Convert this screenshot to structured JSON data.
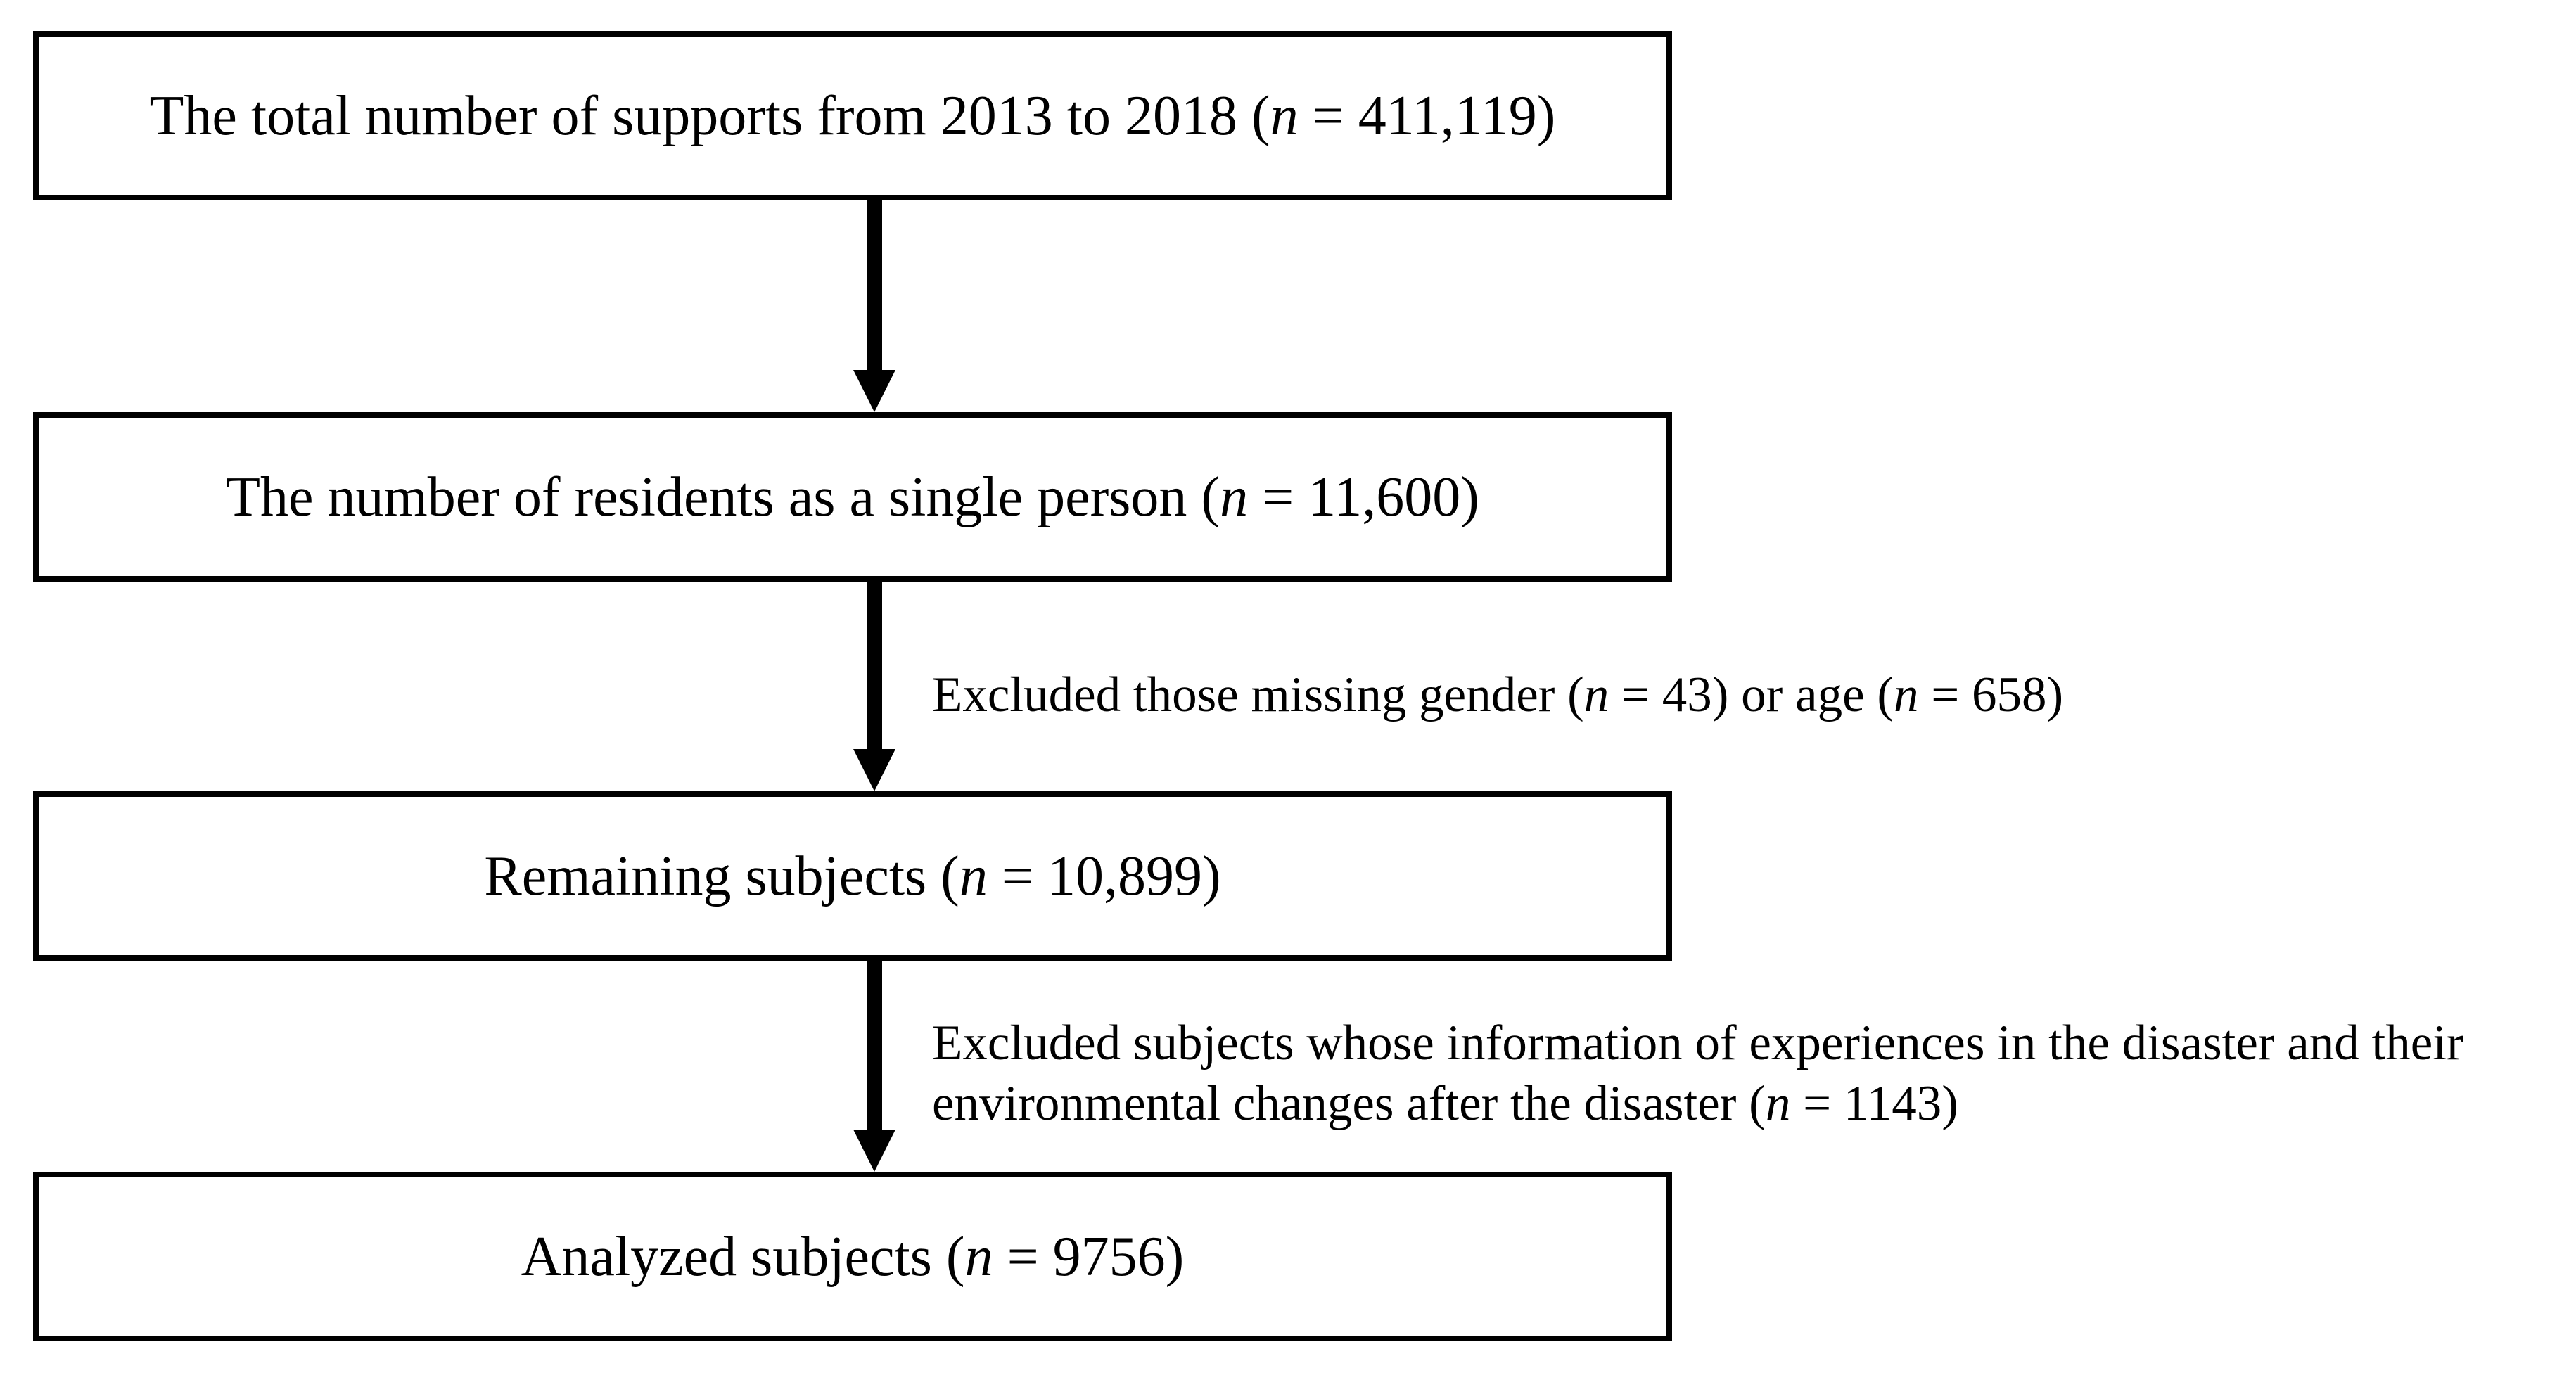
{
  "flowchart": {
    "boxes": [
      {
        "prefix": "The total number of supports from 2013 to 2018 (",
        "n_symbol": "n",
        "suffix": " = 411,119)"
      },
      {
        "prefix": "The number of residents as a single person (",
        "n_symbol": "n",
        "suffix": " = 11,600)"
      },
      {
        "prefix": "Remaining subjects (",
        "n_symbol": "n",
        "suffix": " = 10,899)"
      },
      {
        "prefix": "Analyzed subjects (",
        "n_symbol": "n",
        "suffix": " = 9756)"
      }
    ],
    "exclusions": [
      {
        "lines": [
          {
            "a": "Excluded those missing gender (",
            "n1": "n",
            "b": " = 43) or age (",
            "n2": "n",
            "c": " = 658)"
          }
        ]
      },
      {
        "lines": [
          {
            "a": "Excluded subjects whose information of experiences in the disaster and their"
          },
          {
            "a": "environmental changes after the disaster (",
            "n1": "n",
            "b": " = 1143)"
          }
        ]
      }
    ]
  }
}
